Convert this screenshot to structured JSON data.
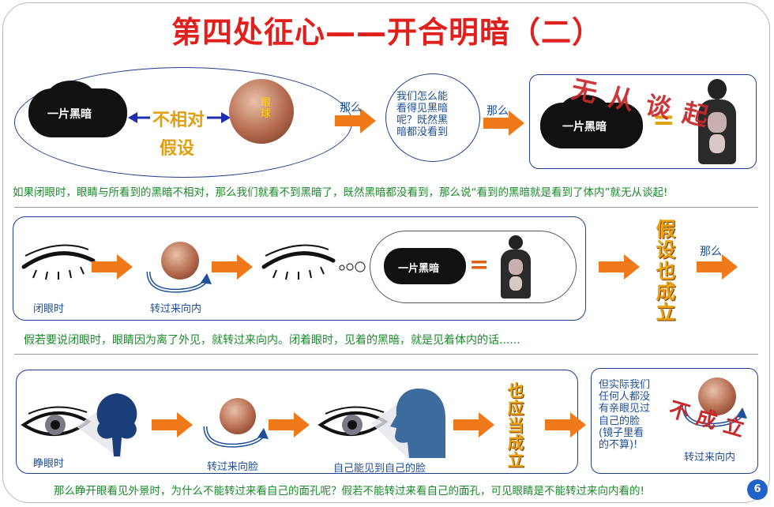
{
  "title": "第四处征心——开合明暗（二）",
  "row1": {
    "cloud_dark": "一片黑暗",
    "not_relative": "不相对",
    "hypothesis": "假设",
    "eyeball_label": "眼球",
    "then1": "那么",
    "question": [
      "我们怎么能",
      "看得见黑暗",
      "呢？既然黑",
      "暗都没看到"
    ],
    "then2": "那么",
    "cloud_dark2": "一片黑暗",
    "equals": "=",
    "no_basis": "无从谈起",
    "caption": "如果闭眼时，眼睛与所看到的黑暗不相对，那么我们就看不到黑暗了，既然黑暗都没看到，那么说“看到的黑暗就是看到了体内”就无从谈起!"
  },
  "row2": {
    "closed_eye": "闭眼时",
    "turn_inward": "转过来向内",
    "thought_bubble": "o o",
    "cloud_dark": "一片黑暗",
    "equals": "=",
    "hypothesis_holds": "假设也成立",
    "then": "那么",
    "caption": "假若要说闭眼时，眼睛因为离了外见，就转过来向内。闭着眼时，见着的黑暗，就是见着体内的话......"
  },
  "row3": {
    "open_eye": "睁眼时",
    "turn_face": "转过来向脸",
    "see_face": "自己能见到自己的脸",
    "should_hold": "也应当成立",
    "reality": [
      "但实际我们",
      "任何人都没",
      "有亲眼见过",
      "自己的脸",
      "(镜子里看",
      "的不算)!"
    ],
    "not_hold": "不成立",
    "turn_inward": "转过来向内",
    "caption": "那么睁开眼看见外景时，为什么不能转过来看自己的面孔呢？假若不能转过来看自己的面孔，可见眼睛是不能转过来向内看的!"
  },
  "page_number": "6",
  "colors": {
    "title": "#e0201c",
    "caption": "#1a8a2a",
    "label": "#1d4f9a",
    "arrow": "#f07a1a",
    "border": "#1d3f8f",
    "red_text": "#c8282a",
    "gold_text": "#e8a010",
    "tree": "#1a3e7a",
    "head": "#3d6b9e"
  }
}
